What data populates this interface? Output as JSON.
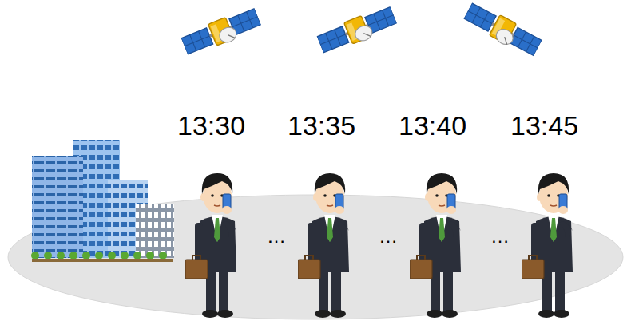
{
  "diagram": {
    "labels": [
      "13:30",
      "13:35",
      "13:40",
      "13:45",
      "…",
      "…",
      "…"
    ]
  }
}
